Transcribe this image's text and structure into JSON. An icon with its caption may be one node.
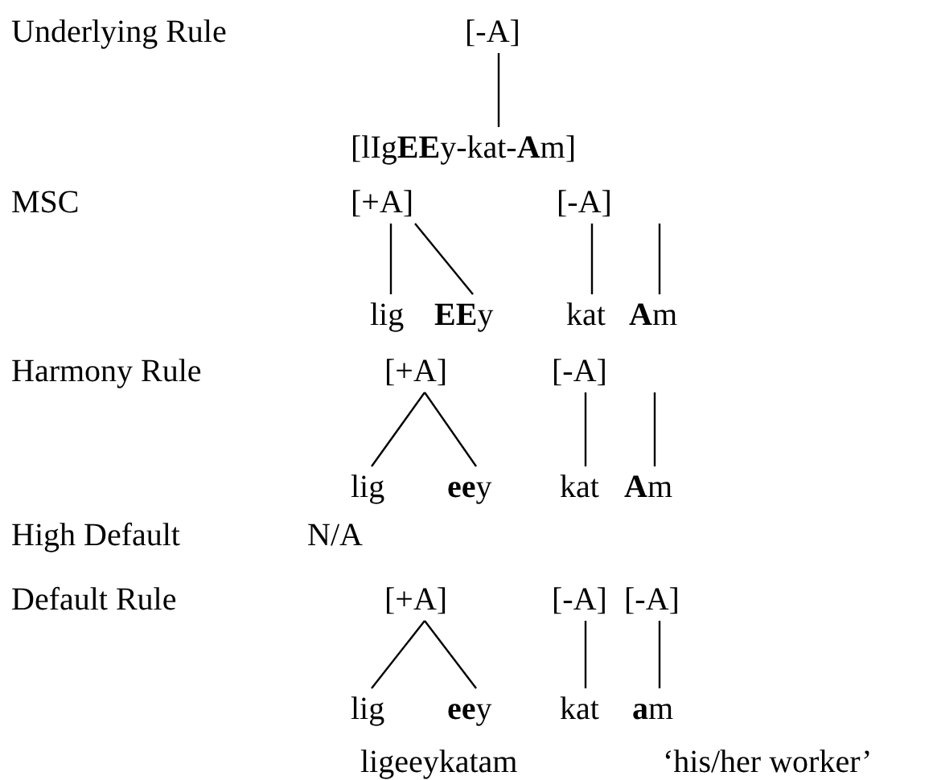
{
  "diagram": {
    "nodes": [
      {
        "text": [
          "[-A]"
        ]
      },
      {
        "text": [
          "[lIg**EE**y-kat-**A**m]"
        ]
      },
      {
        "text": [
          "[+A]"
        ]
      },
      {
        "text": [
          "[-A]"
        ]
      },
      {
        "text": [
          "lig"
        ]
      },
      {
        "text": [
          "**EE**y"
        ]
      },
      {
        "text": [
          "kat"
        ]
      },
      {
        "text": [
          "**A**m"
        ]
      },
      {
        "text": [
          "[+A]"
        ]
      },
      {
        "text": [
          "[-A]"
        ]
      },
      {
        "text": [
          "lig"
        ]
      },
      {
        "text": [
          "**ee**y"
        ]
      },
      {
        "text": [
          "kat"
        ]
      },
      {
        "text": [
          "**A**m"
        ]
      },
      {
        "text": [
          "[+A]"
        ]
      },
      {
        "text": [
          "[-A]"
        ]
      },
      {
        "text": [
          "[-A]"
        ]
      },
      {
        "text": [
          "lig"
        ]
      },
      {
        "text": [
          "**ee**y"
        ]
      },
      {
        "text": [
          "kat"
        ]
      },
      {
        "text": [
          "**a**m"
        ]
      }
    ],
    "edges": [
      {
        "from": 0,
        "to": 1,
        "arrow": "none"
      },
      {
        "from": 2,
        "to": 4,
        "arrow": "none"
      },
      {
        "from": 2,
        "to": 5,
        "arrow": "none"
      },
      {
        "from": 3,
        "to": 6,
        "arrow": "none"
      },
      {
        "from": 3,
        "to": 7,
        "arrow": "none"
      },
      {
        "from": 8,
        "to": 10,
        "arrow": "none"
      },
      {
        "from": 8,
        "to": 11,
        "arrow": "none"
      },
      {
        "from": 9,
        "to": 12,
        "arrow": "none"
      },
      {
        "from": 9,
        "to": 13,
        "arrow": "none"
      },
      {
        "from": 14,
        "to": 17,
        "arrow": "none"
      },
      {
        "from": 14,
        "to": 18,
        "arrow": "none"
      },
      {
        "from": 15,
        "to": 19,
        "arrow": "none"
      },
      {
        "from": 16,
        "to": 20,
        "arrow": "none"
      }
    ],
    "labels": [
      "Underlying Rule",
      "MSC",
      "Harmony Rule",
      "High Default",
      "N/A",
      "Default Rule",
      "ligeeykatam",
      "‘his/her worker’"
    ]
  }
}
